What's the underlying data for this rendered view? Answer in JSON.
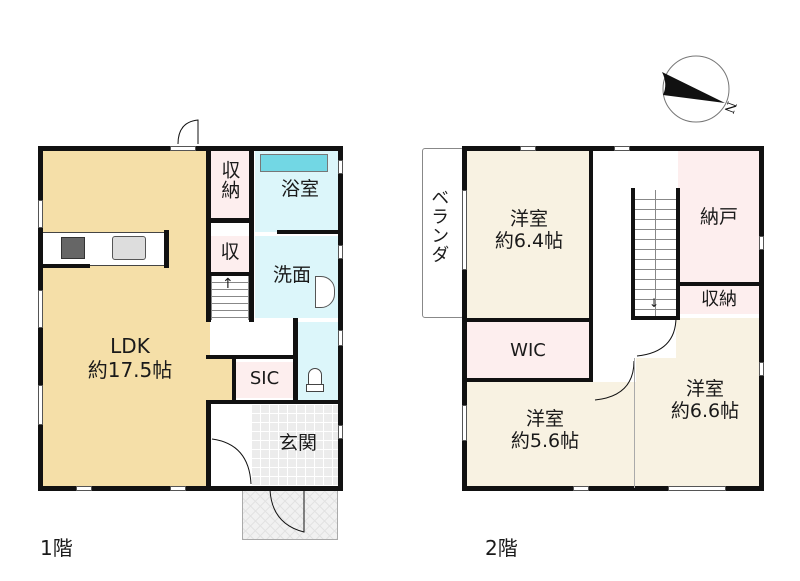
{
  "compass": {
    "label": "N",
    "icon": "north-arrow-icon"
  },
  "floors": [
    {
      "label": "1階",
      "rooms": {
        "ldk": {
          "name": "LDK",
          "size": "約17.5帖",
          "color": "#f5dfa8"
        },
        "storage1": {
          "name": "収納",
          "color": "#fdeeee"
        },
        "storage2": {
          "name": "収",
          "color": "#fdeeee"
        },
        "bath": {
          "name": "浴室",
          "color": "#dcf6fa"
        },
        "washroom": {
          "name": "洗面",
          "color": "#dcf6fa"
        },
        "toilet": {
          "name": "",
          "color": "#dcf6fa"
        },
        "sic": {
          "name": "SIC",
          "color": "#fdeeee"
        },
        "entrance": {
          "name": "玄関",
          "color": "#ececec"
        }
      },
      "fixtures": [
        "kitchen-counter",
        "stove-icon",
        "sink-icon",
        "bathtub",
        "toilet-icon",
        "washbasin",
        "stairs-up"
      ]
    },
    {
      "label": "2階",
      "rooms": {
        "veranda": {
          "name": "ベランダ",
          "color": "#ffffff"
        },
        "western1": {
          "name": "洋室",
          "size": "約6.4帖",
          "color": "#f8f2e2"
        },
        "wic": {
          "name": "WIC",
          "color": "#fdeeee"
        },
        "western2": {
          "name": "洋室",
          "size": "約5.6帖",
          "color": "#f8f2e2"
        },
        "closet": {
          "name": "納戸",
          "color": "#fdeeee"
        },
        "storage": {
          "name": "収納",
          "color": "#fdeeee"
        },
        "western3": {
          "name": "洋室",
          "size": "約6.6帖",
          "color": "#f8f2e2"
        }
      },
      "fixtures": [
        "stairs-down"
      ]
    }
  ],
  "colors": {
    "wall": "#111111",
    "window": "#ffffff"
  }
}
